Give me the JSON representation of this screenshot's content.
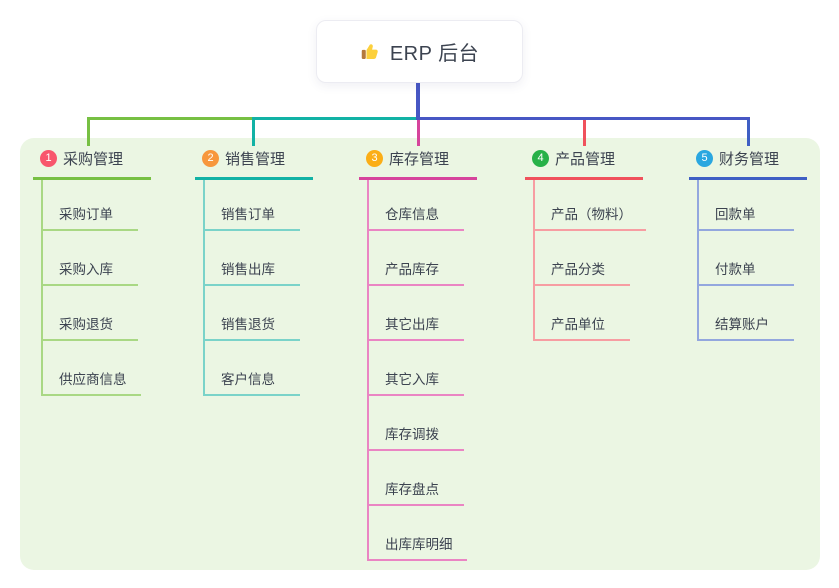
{
  "root": {
    "title": "ERP 后台",
    "icon": "thumbs-up-icon"
  },
  "theme": {
    "canvas_bg": "#ffffff",
    "panel_bg": "#ebf6e3",
    "text_color": "#3c4350",
    "root_card_border": "#ececf2",
    "root_line_color": "#4757c4",
    "badge_text_color": "#ffffff",
    "thumb_yellow": "#fcd03c",
    "thumb_cuff": "#b5793b"
  },
  "branches": [
    {
      "index": "1",
      "label": "采购管理",
      "badge_color": "#f8566c",
      "line_color": "#77c043",
      "light_line_color": "#a9d884",
      "children": [
        "采购订单",
        "采购入库",
        "采购退货",
        "供应商信息"
      ]
    },
    {
      "index": "2",
      "label": "销售管理",
      "badge_color": "#f7973d",
      "line_color": "#12b2a5",
      "light_line_color": "#7ad3c9",
      "children": [
        "销售订单",
        "销售出库",
        "销售退货",
        "客户信息"
      ]
    },
    {
      "index": "3",
      "label": "库存管理",
      "badge_color": "#fbae17",
      "line_color": "#d6449c",
      "light_line_color": "#ea85c3",
      "children": [
        "仓库信息",
        "产品库存",
        "其它出库",
        "其它入库",
        "库存调拨",
        "库存盘点",
        "出库库明细"
      ]
    },
    {
      "index": "4",
      "label": "产品管理",
      "badge_color": "#27b148",
      "line_color": "#f0515c",
      "light_line_color": "#f79da2",
      "children": [
        "产品（物料）",
        "产品分类",
        "产品单位"
      ]
    },
    {
      "index": "5",
      "label": "财务管理",
      "badge_color": "#2aa7e0",
      "line_color": "#3f5fc4",
      "light_line_color": "#93a7de",
      "children": [
        "回款单",
        "付款单",
        "结算账户"
      ]
    }
  ]
}
